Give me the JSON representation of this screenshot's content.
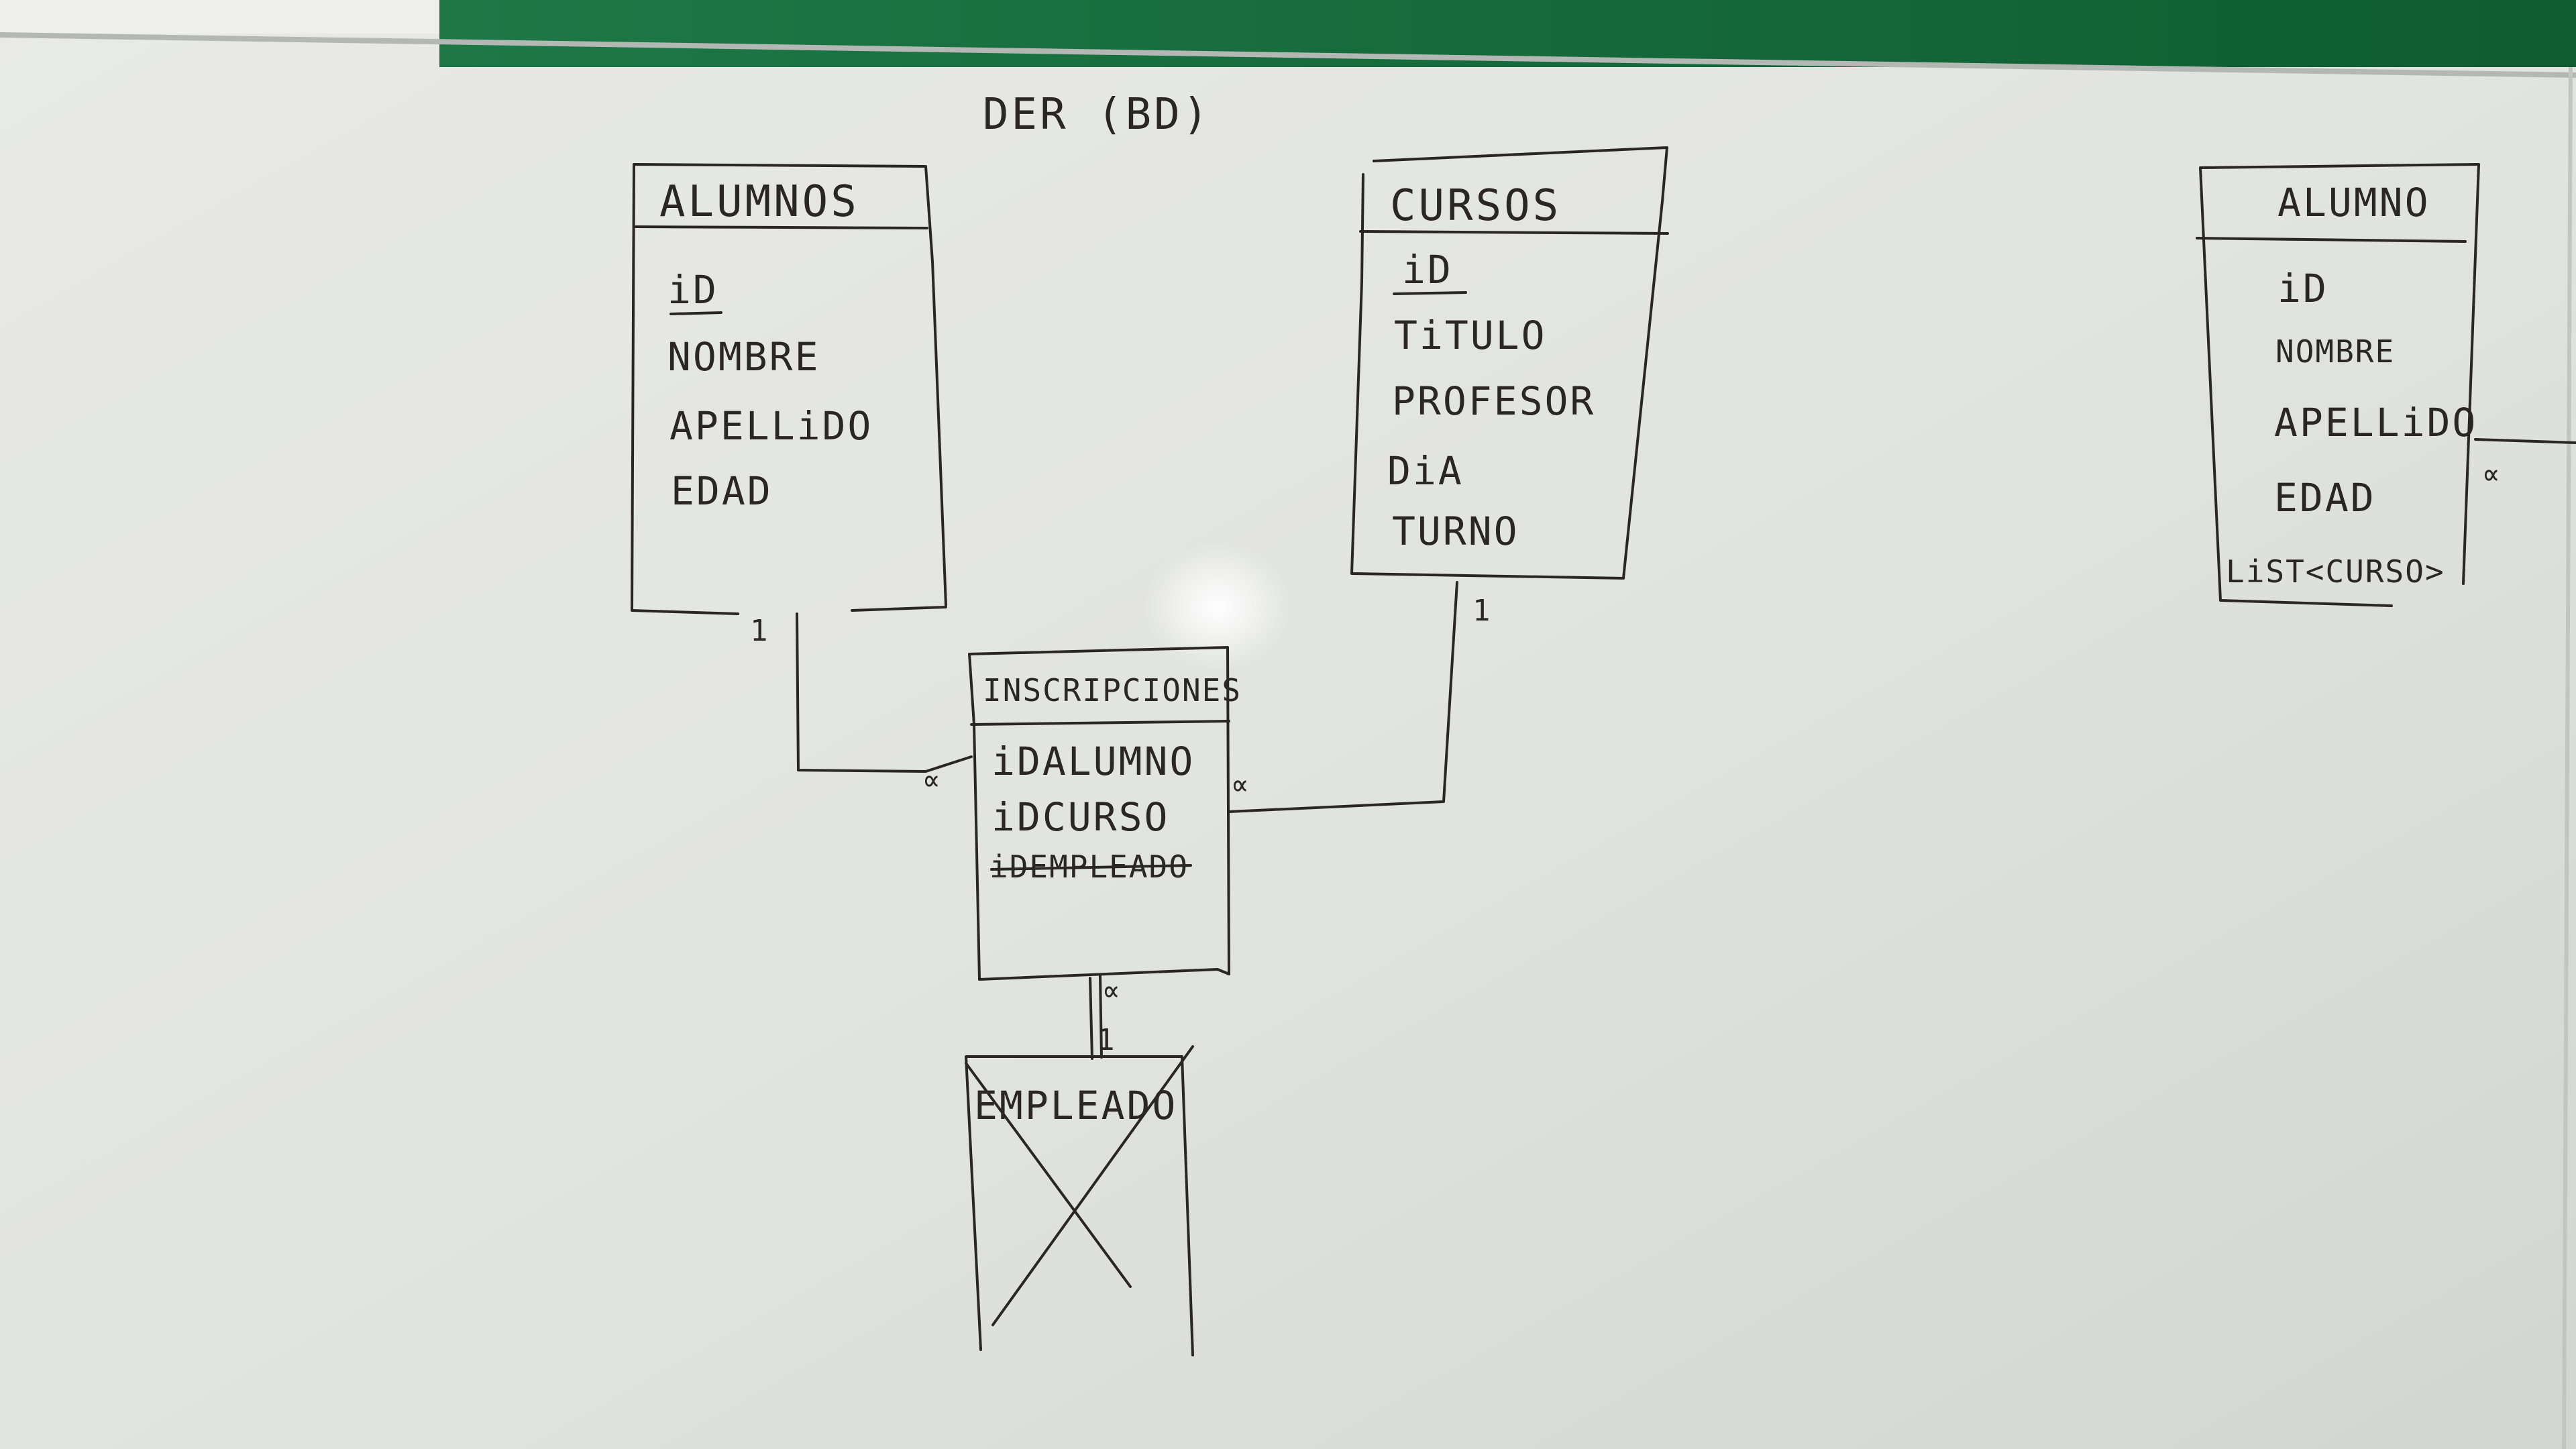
{
  "diagram": {
    "title": "DER (BD)",
    "colors": {
      "board": "#e4e5e2",
      "ink": "#2a2626",
      "green_bar": "#166c3c"
    },
    "tables": [
      {
        "id": "alumnos",
        "name": "ALUMNOS",
        "fields": [
          "iD",
          "NOMBRE",
          "APELLiDO",
          "EDAD"
        ],
        "primary_key": "iD"
      },
      {
        "id": "cursos",
        "name": "CURSOS",
        "fields": [
          "iD",
          "TiTULO",
          "PROFESOR",
          "DiA",
          "TURNO"
        ],
        "primary_key": "iD"
      },
      {
        "id": "inscripciones",
        "name": "INSCRIPCIONES",
        "fields": [
          "iDALUMNO",
          "iDCURSO",
          "iDEMPLEADO"
        ],
        "crossed_out_fields": [
          "iDEMPLEADO"
        ]
      },
      {
        "id": "empleado",
        "name": "EMPLEADO",
        "fields": [],
        "crossed_out": true
      },
      {
        "id": "alumno",
        "name": "ALUMNO",
        "fields": [
          "iD",
          "NOMBRE",
          "APELLiDO",
          "EDAD",
          "LiST<CURSO>"
        ]
      }
    ],
    "relations": [
      {
        "id": "alumnos-inscripciones",
        "from": "ALUMNOS",
        "to": "INSCRIPCIONES",
        "from_card": "1",
        "to_card": "∝"
      },
      {
        "id": "cursos-inscripciones",
        "from": "CURSOS",
        "to": "INSCRIPCIONES",
        "from_card": "1",
        "to_card": "∝"
      },
      {
        "id": "inscripciones-empleado",
        "from": "INSCRIPCIONES",
        "to": "EMPLEADO",
        "from_card": "∝",
        "to_card": "1"
      }
    ],
    "alumno_side_mark": "∝"
  }
}
